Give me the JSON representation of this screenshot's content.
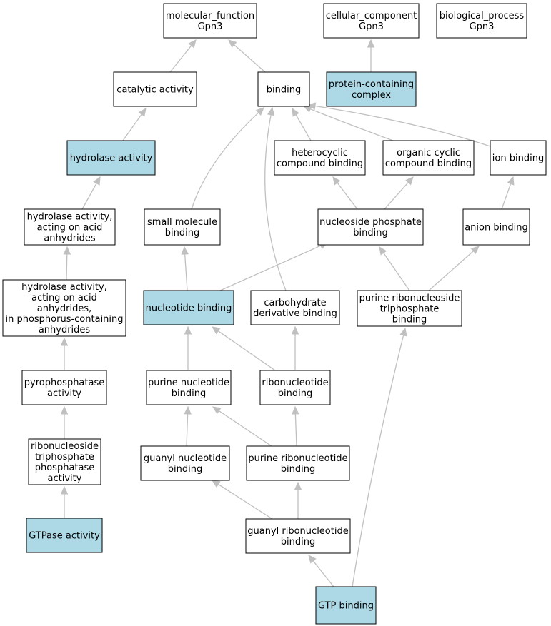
{
  "colors": {
    "highlight": "#add8e6",
    "plain": "#ffffff",
    "edge": "#c0c0c0",
    "border": "#000000"
  },
  "nodes": [
    {
      "id": "mf",
      "lines": [
        "molecular_function",
        "Gpn3"
      ],
      "highlighted": false
    },
    {
      "id": "cc",
      "lines": [
        "cellular_component",
        "Gpn3"
      ],
      "highlighted": false
    },
    {
      "id": "bp",
      "lines": [
        "biological_process",
        "Gpn3"
      ],
      "highlighted": false
    },
    {
      "id": "cat",
      "lines": [
        "catalytic activity"
      ],
      "highlighted": false
    },
    {
      "id": "bind",
      "lines": [
        "binding"
      ],
      "highlighted": false
    },
    {
      "id": "pcc",
      "lines": [
        "protein-containing",
        "complex"
      ],
      "highlighted": true
    },
    {
      "id": "hyd",
      "lines": [
        "hydrolase activity"
      ],
      "highlighted": true
    },
    {
      "id": "het",
      "lines": [
        "heterocyclic",
        "compound binding"
      ],
      "highlighted": false
    },
    {
      "id": "org",
      "lines": [
        "organic cyclic",
        "compound binding"
      ],
      "highlighted": false
    },
    {
      "id": "ion",
      "lines": [
        "ion binding"
      ],
      "highlighted": false
    },
    {
      "id": "hyd_an",
      "lines": [
        "hydrolase activity,",
        "acting on acid",
        "anhydrides"
      ],
      "highlighted": false
    },
    {
      "id": "sm",
      "lines": [
        "small molecule",
        "binding"
      ],
      "highlighted": false
    },
    {
      "id": "nph",
      "lines": [
        "nucleoside phosphate",
        "binding"
      ],
      "highlighted": false
    },
    {
      "id": "anion",
      "lines": [
        "anion binding"
      ],
      "highlighted": false
    },
    {
      "id": "hyd_p",
      "lines": [
        "hydrolase activity,",
        "acting on acid",
        "anhydrides,",
        "in phosphorus-containing",
        "anhydrides"
      ],
      "highlighted": false
    },
    {
      "id": "nuc",
      "lines": [
        "nucleotide binding"
      ],
      "highlighted": true
    },
    {
      "id": "carb",
      "lines": [
        "carbohydrate",
        "derivative binding"
      ],
      "highlighted": false
    },
    {
      "id": "prntp",
      "lines": [
        "purine ribonucleoside",
        "triphosphate",
        "binding"
      ],
      "highlighted": false
    },
    {
      "id": "pyro",
      "lines": [
        "pyrophosphatase",
        "activity"
      ],
      "highlighted": false
    },
    {
      "id": "pnuc",
      "lines": [
        "purine nucleotide",
        "binding"
      ],
      "highlighted": false
    },
    {
      "id": "rnuc",
      "lines": [
        "ribonucleotide",
        "binding"
      ],
      "highlighted": false
    },
    {
      "id": "rntpase",
      "lines": [
        "ribonucleoside",
        "triphosphate",
        "phosphatase",
        "activity"
      ],
      "highlighted": false
    },
    {
      "id": "gnuc",
      "lines": [
        "guanyl nucleotide",
        "binding"
      ],
      "highlighted": false
    },
    {
      "id": "prnuc",
      "lines": [
        "purine ribonucleotide",
        "binding"
      ],
      "highlighted": false
    },
    {
      "id": "gtpase",
      "lines": [
        "GTPase activity"
      ],
      "highlighted": true
    },
    {
      "id": "grnuc",
      "lines": [
        "guanyl ribonucleotide",
        "binding"
      ],
      "highlighted": false
    },
    {
      "id": "gtp",
      "lines": [
        "GTP binding"
      ],
      "highlighted": true
    }
  ],
  "edges": [
    {
      "from": "cat",
      "to": "mf"
    },
    {
      "from": "bind",
      "to": "mf"
    },
    {
      "from": "pcc",
      "to": "cc"
    },
    {
      "from": "hyd",
      "to": "cat"
    },
    {
      "from": "het",
      "to": "bind"
    },
    {
      "from": "org",
      "to": "bind"
    },
    {
      "from": "ion",
      "to": "bind"
    },
    {
      "from": "sm",
      "to": "bind"
    },
    {
      "from": "carb",
      "to": "bind"
    },
    {
      "from": "hyd_an",
      "to": "hyd"
    },
    {
      "from": "nph",
      "to": "het"
    },
    {
      "from": "nph",
      "to": "org"
    },
    {
      "from": "anion",
      "to": "ion"
    },
    {
      "from": "hyd_p",
      "to": "hyd_an"
    },
    {
      "from": "nuc",
      "to": "sm"
    },
    {
      "from": "nuc",
      "to": "nph"
    },
    {
      "from": "prntp",
      "to": "nph"
    },
    {
      "from": "prntp",
      "to": "anion"
    },
    {
      "from": "pyro",
      "to": "hyd_p"
    },
    {
      "from": "pnuc",
      "to": "nuc"
    },
    {
      "from": "rnuc",
      "to": "nuc"
    },
    {
      "from": "rnuc",
      "to": "carb"
    },
    {
      "from": "rntpase",
      "to": "pyro"
    },
    {
      "from": "gnuc",
      "to": "pnuc"
    },
    {
      "from": "prnuc",
      "to": "pnuc"
    },
    {
      "from": "prnuc",
      "to": "rnuc"
    },
    {
      "from": "gtpase",
      "to": "rntpase"
    },
    {
      "from": "grnuc",
      "to": "gnuc"
    },
    {
      "from": "grnuc",
      "to": "prnuc"
    },
    {
      "from": "gtp",
      "to": "grnuc"
    },
    {
      "from": "gtp",
      "to": "prntp"
    }
  ]
}
